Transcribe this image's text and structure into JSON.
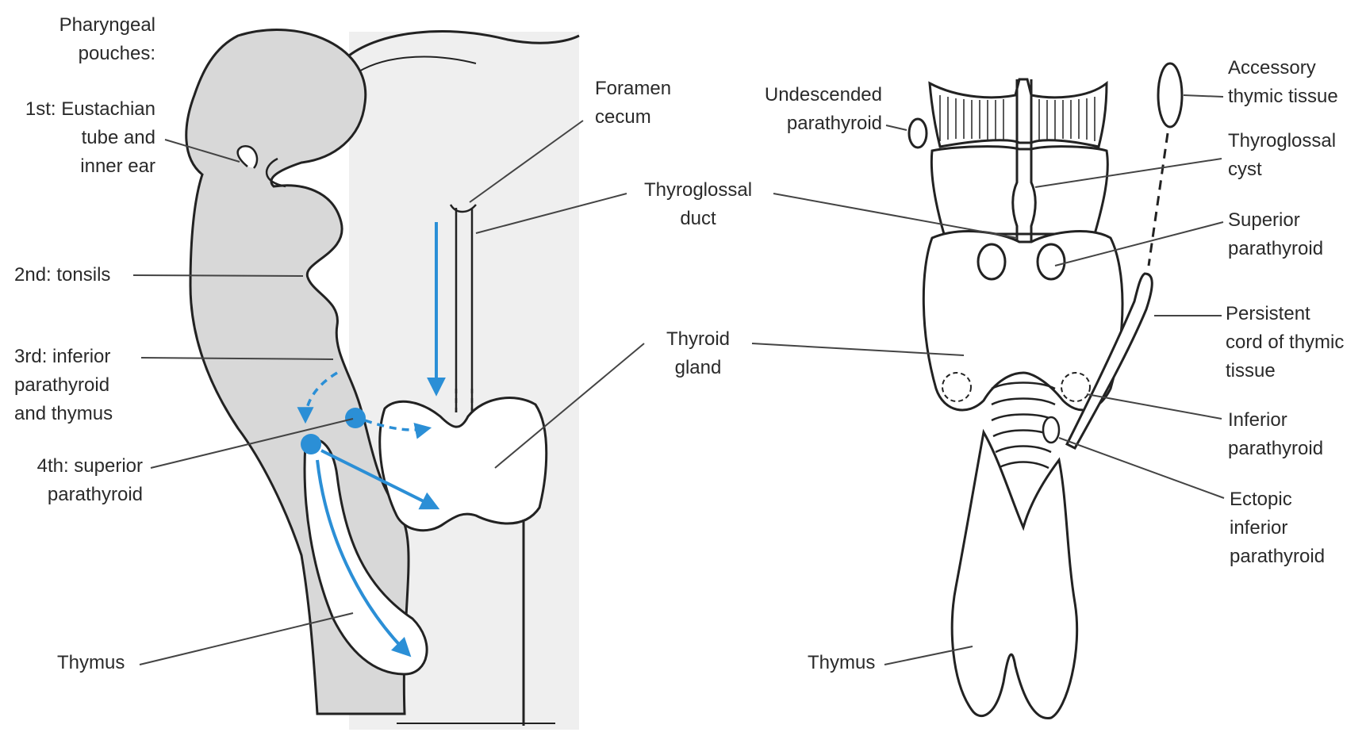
{
  "left_panel": {
    "pharyngeal_pouches": "Pharyngeal\npouches:",
    "pouch_1": "1st: Eustachian\ntube and\ninner ear",
    "pouch_2": "2nd: tonsils",
    "pouch_3": "3rd: inferior\nparathyroid\nand thymus",
    "pouch_4": "4th: superior\nparathyroid",
    "thymus": "Thymus",
    "foramen_cecum": "Foramen\ncecum",
    "thyroglossal_duct": "Thyroglossal\nduct",
    "thyroid_gland": "Thyroid\ngland"
  },
  "right_panel": {
    "undescended_parathyroid": "Undescended\nparathyroid",
    "accessory_thymic_tissue": "Accessory\nthymic tissue",
    "thyroglossal_cyst": "Thyroglossal\ncyst",
    "superior_parathyroid": "Superior\nparathyroid",
    "persistent_cord": "Persistent\ncord of thymic\ntissue",
    "inferior_parathyroid": "Inferior\nparathyroid",
    "ectopic_inferior_parathyroid": "Ectopic\ninferior\nparathyroid",
    "thymus": "Thymus"
  },
  "colors": {
    "arrow_blue": "#2b8fd6",
    "shaded_tissue": "#d8d8d8",
    "light_background": "#efefef",
    "line": "#222222"
  }
}
